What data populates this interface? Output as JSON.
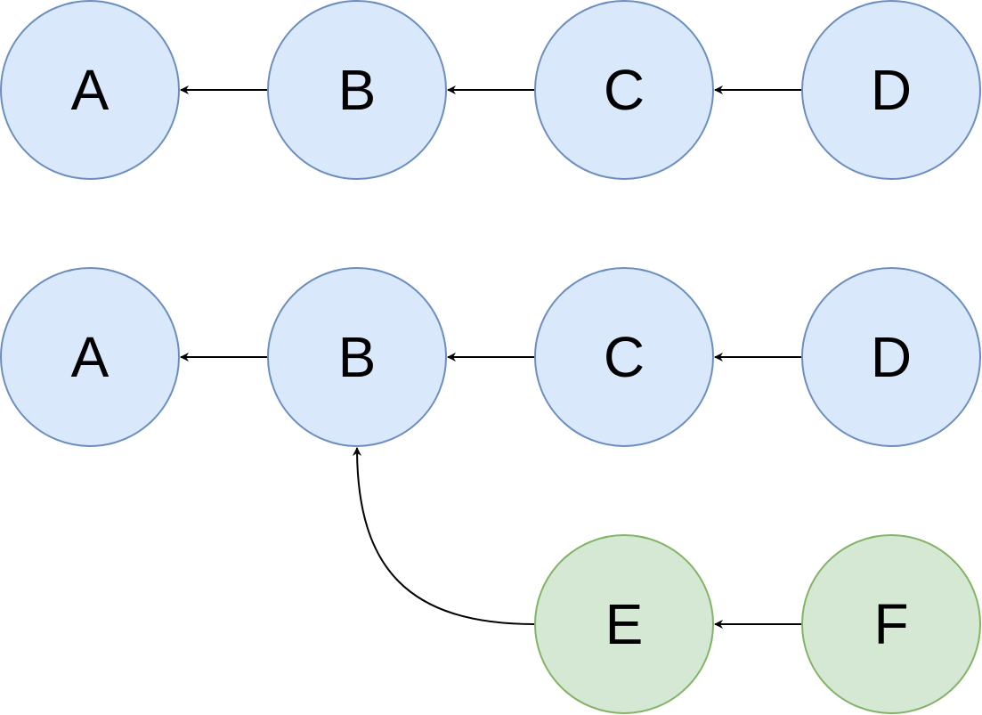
{
  "rows": {
    "top": {
      "nodes": [
        {
          "id": "top-a",
          "label": "A"
        },
        {
          "id": "top-b",
          "label": "B"
        },
        {
          "id": "top-c",
          "label": "C"
        },
        {
          "id": "top-d",
          "label": "D"
        }
      ]
    },
    "middle": {
      "nodes": [
        {
          "id": "mid-a",
          "label": "A"
        },
        {
          "id": "mid-b",
          "label": "B"
        },
        {
          "id": "mid-c",
          "label": "C"
        },
        {
          "id": "mid-d",
          "label": "D"
        }
      ]
    },
    "branch": {
      "nodes": [
        {
          "id": "branch-e",
          "label": "E"
        },
        {
          "id": "branch-f",
          "label": "F"
        }
      ]
    }
  },
  "colors": {
    "main_fill": "#dae8fc",
    "main_stroke": "#6c8ebf",
    "branch_fill": "#d5e8d4",
    "branch_stroke": "#82b366",
    "edge": "#000000"
  }
}
